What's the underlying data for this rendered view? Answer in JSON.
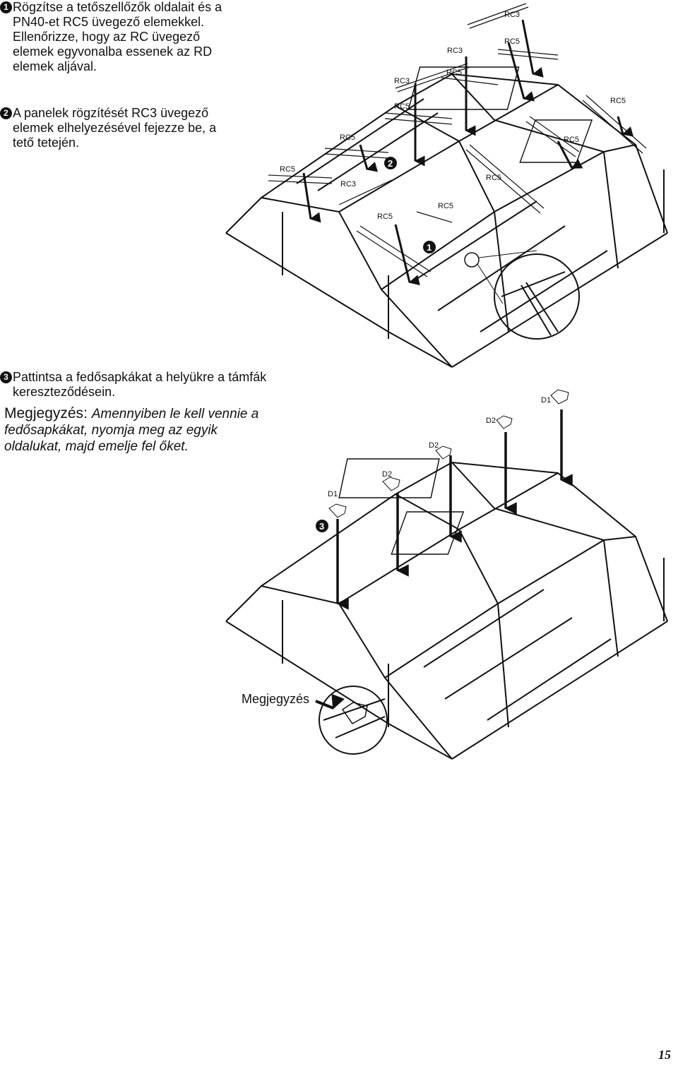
{
  "steps": [
    {
      "num": "1",
      "text": "Rögzítse a tetőszellőzők oldalait és a PN40-et RC5 üvegező elemekkel. Ellenőrizze, hogy az RC üvegező elemek egyvonalba essenek az RD elemek aljával."
    },
    {
      "num": "2",
      "text": "A panelek rögzítését RC3 üvegező elemek elhelyezésével fejezze be, a tető tetején."
    },
    {
      "num": "3",
      "text": "Pattintsa a fedősapkákat a helyükre a támfák kereszteződésein."
    }
  ],
  "note": {
    "label": "Megjegyzés",
    "body": "Amennyiben le kell vennie a fedősapkákat, nyomja meg az egyik oldalukat, majd emelje fel őket."
  },
  "diagram1": {
    "labels": [
      "RC3",
      "RC5",
      "RC3",
      "RC5",
      "RC3",
      "RC5",
      "RC5",
      "RC5",
      "RC5",
      "RC5",
      "RC3",
      "RC5",
      "RC5",
      "RC5"
    ],
    "markers": [
      "1",
      "2"
    ]
  },
  "diagram2": {
    "labels": [
      "D1",
      "D2",
      "D2",
      "D2",
      "D1"
    ],
    "marker": "3",
    "callout": "Megjegyzés"
  },
  "page_number": "15"
}
